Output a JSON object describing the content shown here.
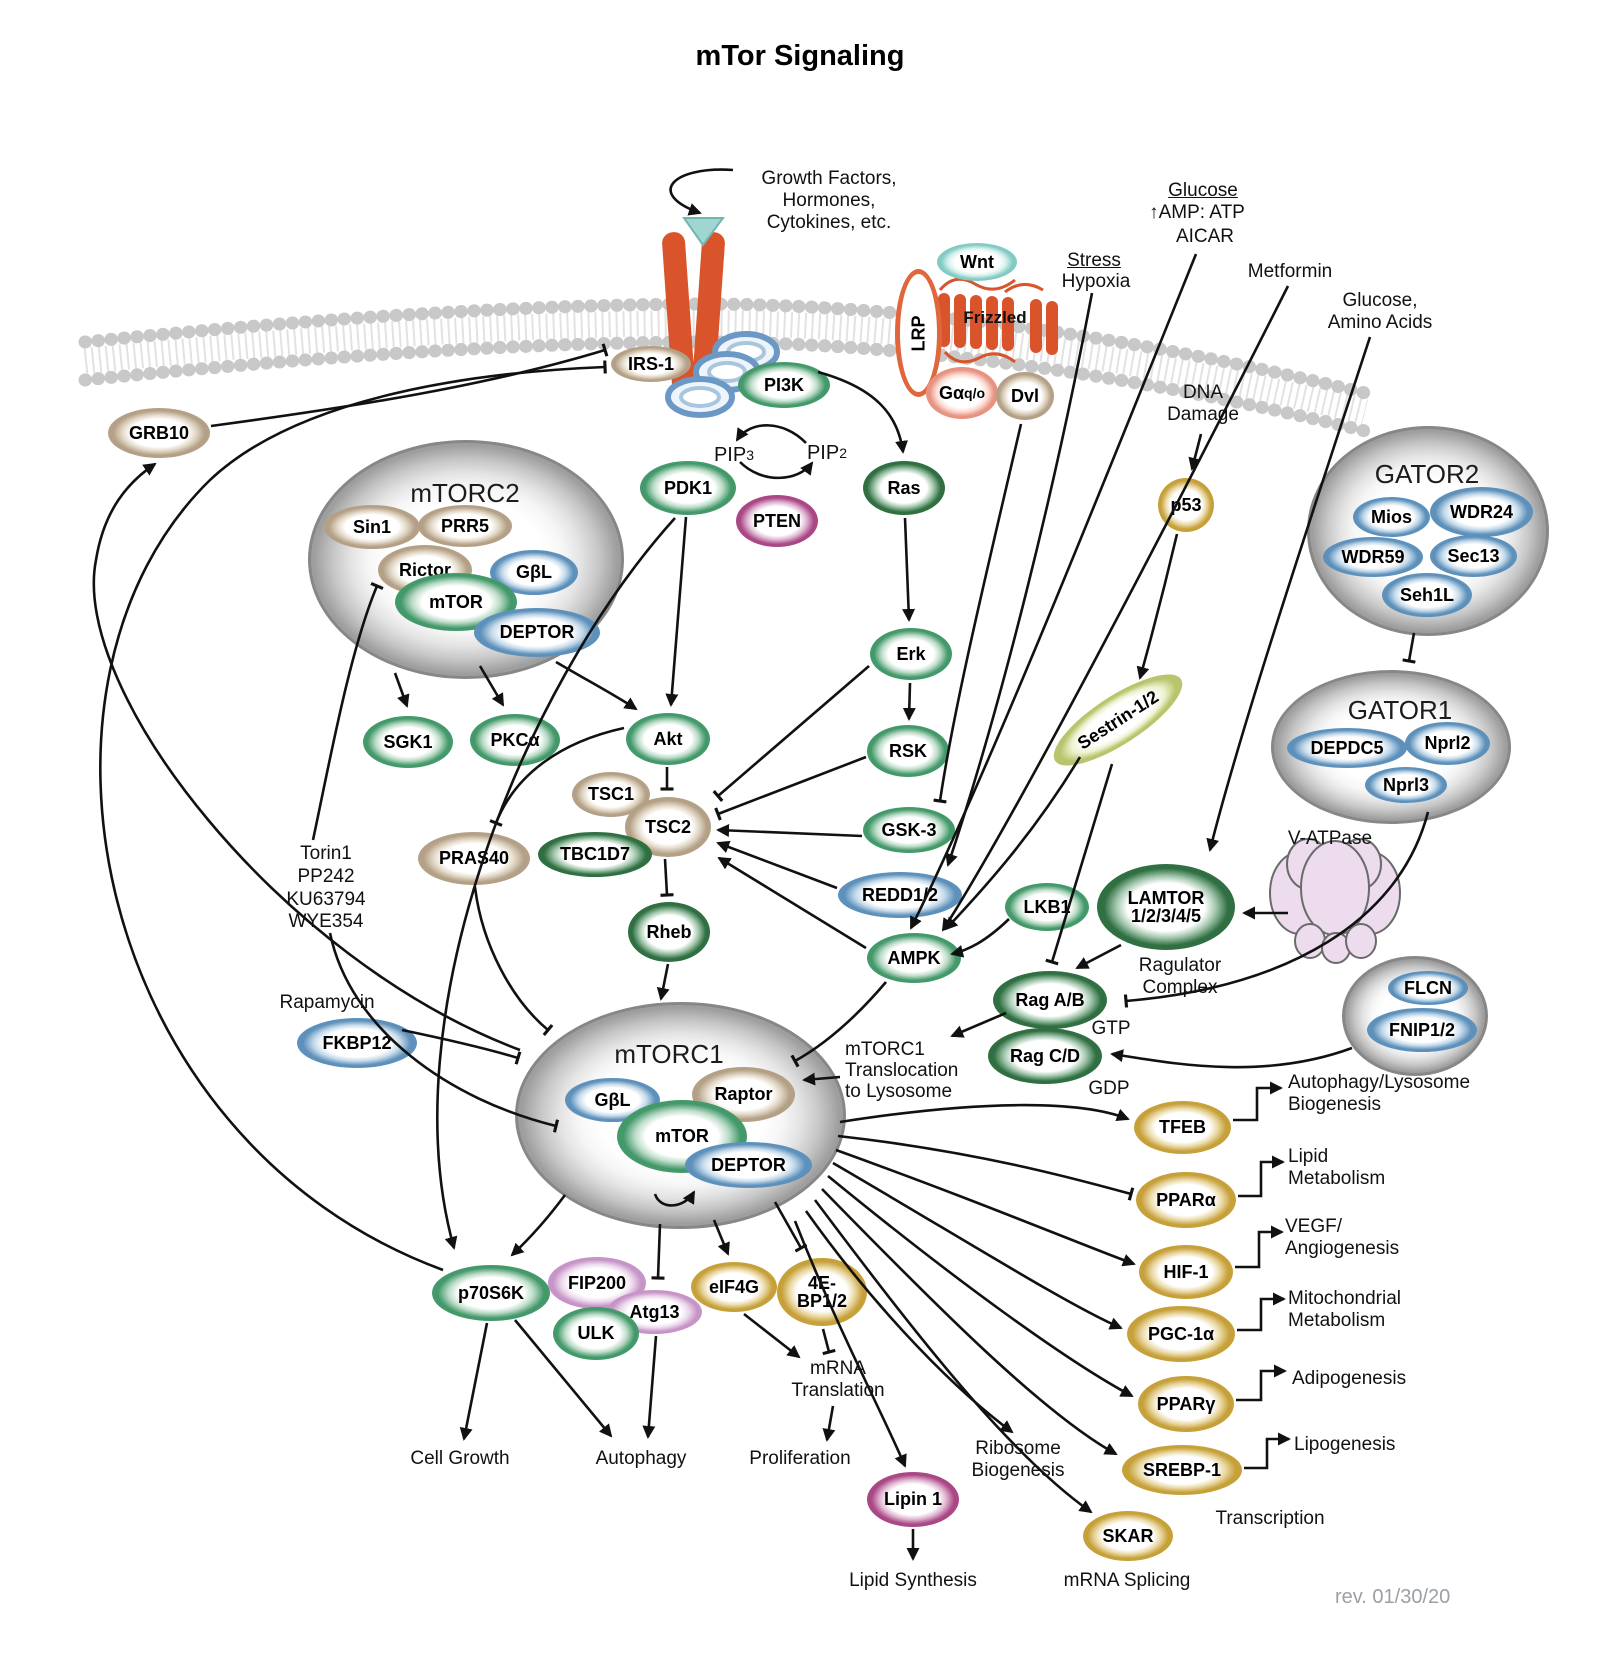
{
  "title": "mTor Signaling",
  "revision": "rev. 01/30/20",
  "colors": {
    "green": "#44996b",
    "dark_green": "#2f6f42",
    "tan": "#b3a086",
    "blue": "#5d90ba",
    "gold": "#c6a039",
    "magenta": "#aa4886",
    "pink": "#c794c7",
    "teal": "#82cbc4",
    "salmon": "#e89280",
    "yellow_green": "#b9c46d",
    "receptor_orange": "#d9532b",
    "membrane_gray": "#c8c8c8",
    "v_atpase_pink": "#ecdcee",
    "arrow_black": "#111111"
  },
  "inputs": {
    "growth_factors": "Growth Factors,\nHormones,\nCytokines, etc.",
    "glucose": "Glucose",
    "amp_atp": "↑AMP: ATP",
    "aicar": "AICAR",
    "stress": "Stress",
    "hypoxia": "Hypoxia",
    "metformin": "Metformin",
    "glucose_amino_acids": "Glucose,\nAmino Acids",
    "dna_damage": "DNA\nDamage"
  },
  "drugs": {
    "inhibitor_list": "Torin1\nPP242\nKU63794\nWYE354",
    "rapamycin": "Rapamycin"
  },
  "membrane_labels": {
    "lrp": "LRP",
    "wnt": "Wnt",
    "frizzled": "Frizzled",
    "g_alpha_base": "Gα",
    "g_alpha_sub": "q/o",
    "dvl": "Dvl"
  },
  "chemistry": {
    "pip3_base": "PIP",
    "pip3_sub": "3",
    "pip2_base": "PIP",
    "pip2_sub": "2",
    "gtp": "GTP",
    "gdp": "GDP"
  },
  "nodes": {
    "grb10": "GRB10",
    "irs1": "IRS-1",
    "pi3k": "PI3K",
    "pdk1": "PDK1",
    "pten": "PTEN",
    "ras": "Ras",
    "erk": "Erk",
    "rsk": "RSK",
    "gsk3": "GSK-3",
    "redd12": "REDD1/2",
    "ampk": "AMPK",
    "sgk1": "SGK1",
    "pkca": "PKCα",
    "akt": "Akt",
    "tsc1": "TSC1",
    "tsc2": "TSC2",
    "tbc1d7": "TBC1D7",
    "pras40": "PRAS40",
    "rheb": "Rheb",
    "p53": "p53",
    "sestrin": "Sestrin-1/2",
    "lkb1": "LKB1",
    "lamtor": "LAMTOR\n1/2/3/4/5",
    "rag_ab": "Rag A/B",
    "rag_cd": "Rag C/D",
    "fkbp12": "FKBP12",
    "p70s6k": "p70S6K",
    "fip200": "FIP200",
    "ulk": "ULK",
    "atg13": "Atg13",
    "eif4g": "eIF4G",
    "four_ebp12": "4E-\nBP1/2",
    "lipin1": "Lipin 1",
    "tfeb": "TFEB",
    "ppara": "PPARα",
    "hif1": "HIF-1",
    "pgc1a": "PGC-1α",
    "pparg": "PPARγ",
    "srebp1": "SREBP-1",
    "skar": "SKAR"
  },
  "complexes": {
    "mtorc2": {
      "title": "mTORC2",
      "sin1": "Sin1",
      "prr5": "PRR5",
      "rictor": "Rictor",
      "gbl": "GβL",
      "mtor": "mTOR",
      "deptor": "DEPTOR"
    },
    "mtorc1": {
      "title": "mTORC1",
      "gbl": "GβL",
      "raptor": "Raptor",
      "mtor": "mTOR",
      "deptor": "DEPTOR"
    },
    "gator2": {
      "title": "GATOR2",
      "mios": "Mios",
      "wdr24": "WDR24",
      "wdr59": "WDR59",
      "sec13": "Sec13",
      "seh1l": "Seh1L"
    },
    "gator1": {
      "title": "GATOR1",
      "depdc5": "DEPDC5",
      "nprl2": "Nprl2",
      "nprl3": "Nprl3"
    },
    "folliculin": {
      "flcn": "FLCN",
      "fnip12": "FNIP1/2"
    }
  },
  "annotations": {
    "v_atpase": "V-ATPase",
    "ragulator": "Ragulator\nComplex",
    "translocation": "mTORC1\nTranslocation\nto Lysosome"
  },
  "outcomes": {
    "cell_growth": "Cell Growth",
    "autophagy": "Autophagy",
    "proliferation": "Proliferation",
    "mrna_translation": "mRNA\nTranslation",
    "lipid_synthesis": "Lipid Synthesis",
    "ribosome_biogenesis": "Ribosome\nBiogenesis",
    "mrna_splicing": "mRNA Splicing",
    "transcription": "Transcription",
    "autophagy_lysosome": "Autophagy/Lysosome\nBiogenesis",
    "lipid_metabolism": "Lipid\nMetabolism",
    "vegf_angiogenesis": "VEGF/\nAngiogenesis",
    "mito_metabolism": "Mitochondrial\nMetabolism",
    "adipogenesis": "Adipogenesis",
    "lipogenesis": "Lipogenesis"
  }
}
